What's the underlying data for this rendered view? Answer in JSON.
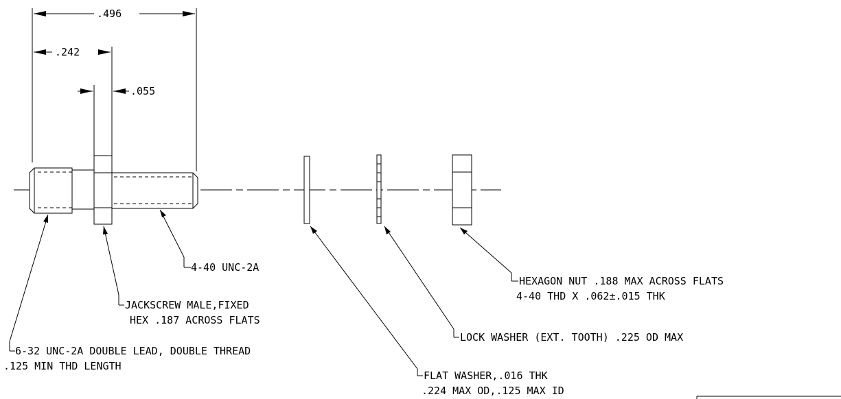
{
  "dimensions": {
    "overall_length": ".496",
    "stud_length": ".242",
    "hex_thickness": ".055"
  },
  "callouts": {
    "thread_4_40": "4-40 UNC-2A",
    "jackscrew": {
      "line1": "JACKSCREW MALE,FIXED",
      "line2": "HEX .187 ACROSS FLATS"
    },
    "thread_6_32": {
      "line1": "6-32 UNC-2A DOUBLE LEAD, DOUBLE THREAD",
      "line2": ".125 MIN THD LENGTH"
    },
    "flat_washer": {
      "line1": "FLAT WASHER,.016 THK",
      "line2": ".224 MAX OD,.125 MAX ID"
    },
    "lock_washer": "LOCK WASHER (EXT. TOOTH) .225 OD MAX",
    "hex_nut": {
      "line1": "HEXAGON NUT .188 MAX ACROSS FLATS",
      "line2": "4-40 THD X .062±.015 THK"
    }
  }
}
